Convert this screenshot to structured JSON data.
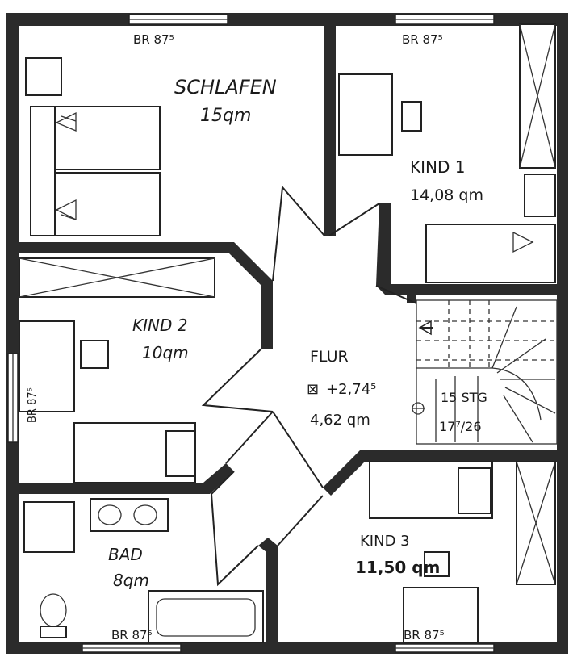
{
  "rooms": {
    "schlafen": {
      "name": "SCHLAFEN",
      "area": "15qm",
      "window": "BR 87⁵"
    },
    "kind1": {
      "name": "KIND 1",
      "area": "14,08 qm",
      "window": "BR 87⁵"
    },
    "kind2": {
      "name": "KIND 2",
      "area": "10qm",
      "window": "BR 87⁵"
    },
    "flur": {
      "name": "FLUR",
      "level": "+2,74⁵",
      "area": "4,62 qm"
    },
    "bad": {
      "name": "BAD",
      "area": "8qm",
      "window": "BR 87⁵"
    },
    "kind3": {
      "name": "KIND 3",
      "area": "11,50 qm",
      "window": "BR 87⁵"
    }
  },
  "stairs": {
    "steps": "15 STG",
    "ratio": "17⁷/26"
  }
}
